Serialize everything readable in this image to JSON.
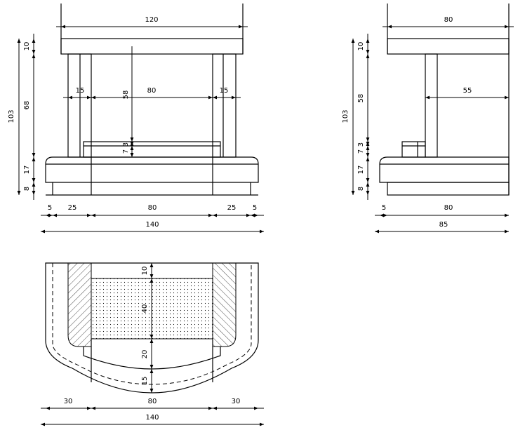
{
  "front_view": {
    "width_top": "120",
    "post_left": "15",
    "opening": "80",
    "post_right": "15",
    "opening_height": "58",
    "hearth_upper": "3",
    "hearth_lower": "7",
    "total_height": "103",
    "seg_top": "10",
    "seg_mid": "68",
    "seg_base": "17",
    "seg_plinth": "8",
    "bottom_dims": [
      "5",
      "25",
      "80",
      "25",
      "5"
    ],
    "overall_width": "140"
  },
  "side_view": {
    "depth_top": "80",
    "inner_depth": "55",
    "total_height": "103",
    "seg_top": "10",
    "seg_mid": "58",
    "seg_hearth_a": "7",
    "seg_hearth_b": "3",
    "seg_base": "17",
    "seg_plinth": "8",
    "bottom_overhang": "5",
    "bottom_depth": "80",
    "overall_depth": "85"
  },
  "plan_view": {
    "back_gap": "10",
    "firebox_depth": "40",
    "hearth_front": "20",
    "base_front": "15",
    "left_width": "30",
    "center_width": "80",
    "right_width": "30",
    "overall_width": "140"
  }
}
